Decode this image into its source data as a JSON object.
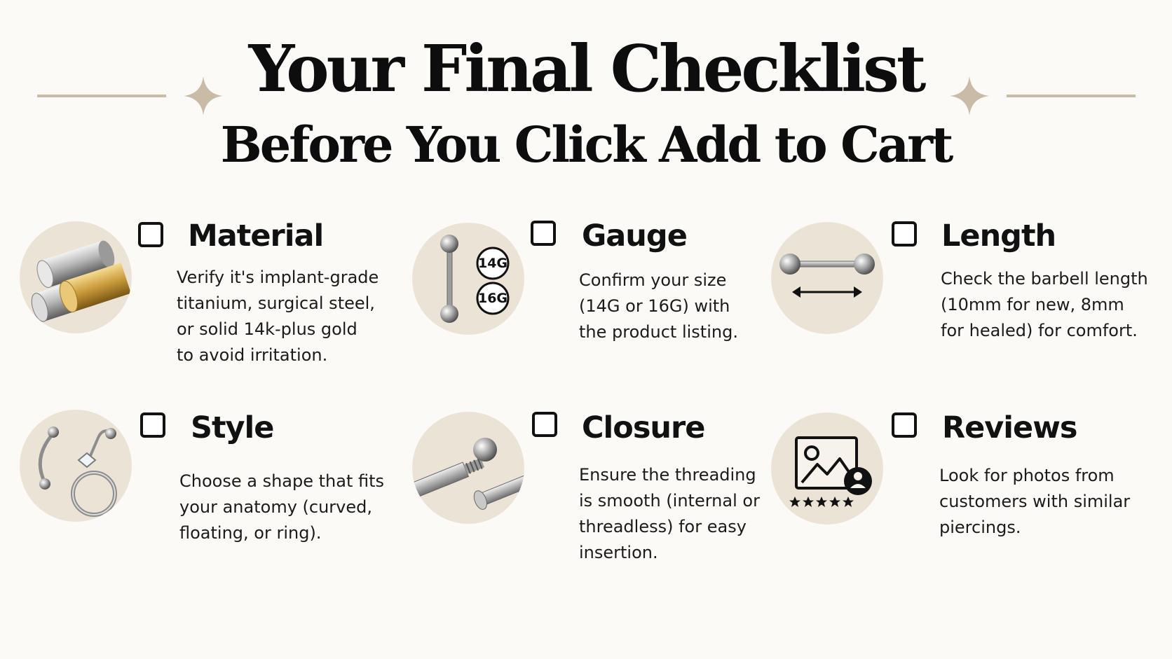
{
  "header": {
    "title": "Your Final Checklist",
    "subtitle": "Before You Click Add to Cart"
  },
  "colors": {
    "background": "#fbfaf7",
    "accent_rule": "#c9bba6",
    "icon_circle": "#ebe3d6",
    "text": "#111111"
  },
  "items": [
    {
      "name": "material",
      "icon": "metal-cylinders-icon",
      "title": "Material",
      "checked": false,
      "lines": [
        "Verify it's implant-grade",
        "titanium, surgical steel,",
        "or solid 14k-plus gold",
        "to avoid irritation."
      ]
    },
    {
      "name": "gauge",
      "icon": "barbell-gauge-icon",
      "title": "Gauge",
      "checked": false,
      "gauge_labels": [
        "14G",
        "16G"
      ],
      "lines": [
        "Confirm your size",
        "(14G or 16G) with",
        "the product listing."
      ]
    },
    {
      "name": "length",
      "icon": "barbell-length-icon",
      "title": "Length",
      "checked": false,
      "lines": [
        "Check the barbell length",
        "(10mm for new, 8mm",
        "for healed) for comfort."
      ]
    },
    {
      "name": "style",
      "icon": "jewelry-styles-icon",
      "title": "Style",
      "checked": false,
      "lines": [
        "Choose a shape that fits",
        "your anatomy (curved,",
        "floating, or ring)."
      ]
    },
    {
      "name": "closure",
      "icon": "threaded-closure-icon",
      "title": "Closure",
      "checked": false,
      "lines": [
        "Ensure the threading",
        "is smooth (internal or",
        "threadless) for easy",
        "insertion."
      ]
    },
    {
      "name": "reviews",
      "icon": "photo-review-icon",
      "title": "Reviews",
      "checked": false,
      "rating_stars": 5,
      "lines": [
        "Look for photos from",
        "customers with similar",
        "piercings."
      ]
    }
  ]
}
